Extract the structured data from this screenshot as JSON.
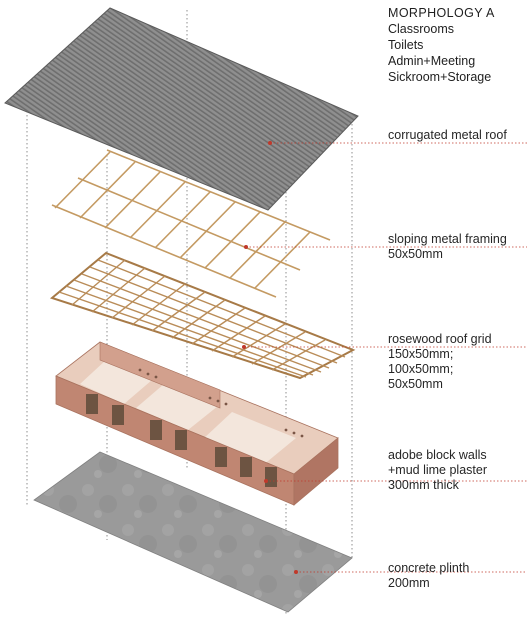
{
  "legend": {
    "title": "MORPHOLOGY A",
    "items": [
      "Classrooms",
      "Toilets",
      "Admin+Meeting",
      "Sickroom+Storage"
    ]
  },
  "layers": [
    {
      "id": "roof",
      "label": "corrugated metal roof"
    },
    {
      "id": "framing",
      "label": "sloping metal framing\n50x50mm"
    },
    {
      "id": "grid",
      "label": "rosewood roof grid\n150x50mm;\n100x50mm;\n50x50mm"
    },
    {
      "id": "walls",
      "label": "adobe block walls\n+mud lime plaster\n300mm thick"
    },
    {
      "id": "plinth",
      "label": "concrete plinth\n200mm"
    }
  ],
  "colors": {
    "roof": "#8a8a8a",
    "framing": "#c8a06a",
    "grid": "#d8b98f",
    "walls": "#c99482",
    "plinth": "#9b9b9b",
    "leader": "#c0392b"
  }
}
